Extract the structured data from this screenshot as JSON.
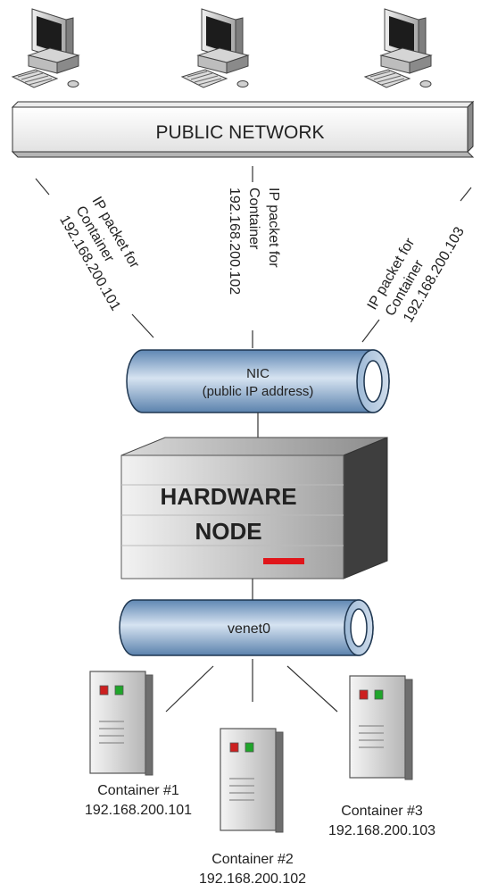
{
  "public_network": {
    "label": "PUBLIC NETWORK"
  },
  "packets": [
    {
      "line1": "IP packet for",
      "line2": "Container",
      "line3": "192.168.200.101"
    },
    {
      "line1": "IP packet for",
      "line2": "Container",
      "line3": "192.168.200.102"
    },
    {
      "line1": "IP packet for",
      "line2": "Container",
      "line3": "192.168.200.103"
    }
  ],
  "nic": {
    "line1": "NIC",
    "line2": "(public IP address)"
  },
  "hardware_node": {
    "line1": "HARDWARE",
    "line2": "NODE"
  },
  "venet": {
    "label": "venet0"
  },
  "containers": [
    {
      "name": "Container #1",
      "ip": "192.168.200.101"
    },
    {
      "name": "Container #2",
      "ip": "192.168.200.102"
    },
    {
      "name": "Container #3",
      "ip": "192.168.200.103"
    }
  ],
  "colors": {
    "pipe_light": "#d6e3f1",
    "pipe_dark": "#5f87b3",
    "pipe_stroke": "#1e3650",
    "server_light": "#e4e4e4",
    "server_dark": "#6e6e6e",
    "led_red": "#cc1f1f",
    "led_green": "#1fa52a",
    "node_indicator": "#e0151a"
  }
}
